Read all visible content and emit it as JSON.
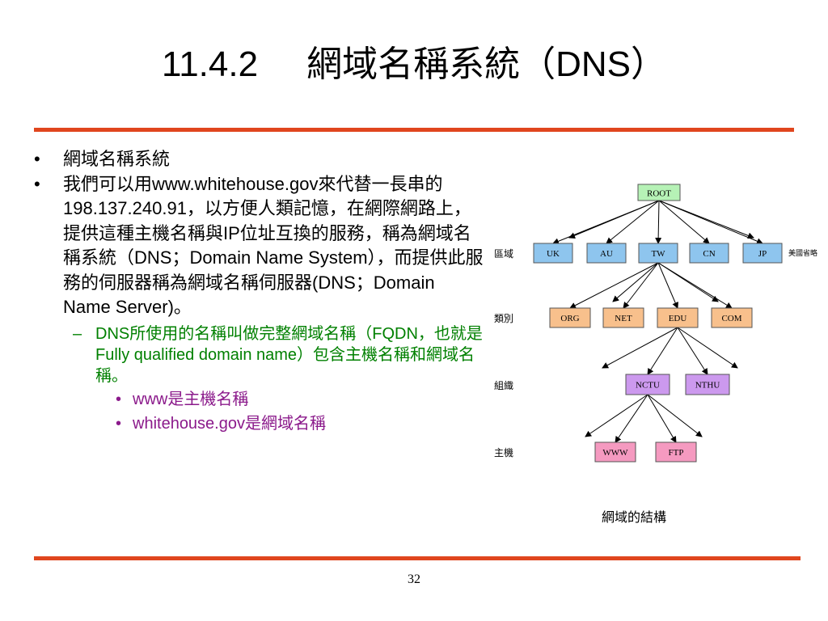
{
  "slide": {
    "title_number": "11.4.2",
    "title_text": "網域名稱系統（DNS）",
    "bullets": [
      "網域名稱系統",
      "我們可以用www.whitehouse.gov來代替一長串的198.137.240.91，以方便人類記憶，在網際網路上，提供這種主機名稱與IP位址互換的服務，稱為網域名稱系統（DNS；Domain Name System），而提供此服務的伺服器稱為網域名稱伺服器(DNS；Domain Name Server)。"
    ],
    "sub_bullet": "DNS所使用的名稱叫做完整網域名稱（FQDN，也就是Fully qualified domain name）包含主機名稱和網域名稱。",
    "sub_sub_bullets": [
      "www是主機名稱",
      "whitehouse.gov是網域名稱"
    ],
    "bullet_marks": {
      "l1": "•",
      "l2": "–",
      "l3": "•"
    },
    "page_number": "32"
  },
  "diagram": {
    "caption": "網域的結構",
    "level_labels": [
      "區域",
      "類別",
      "組織",
      "主機"
    ],
    "annotation": "美國省略",
    "nodes": {
      "root": "ROOT",
      "region": [
        "UK",
        "AU",
        "TW",
        "CN",
        "JP"
      ],
      "category": [
        "ORG",
        "NET",
        "EDU",
        "COM"
      ],
      "organization": [
        "NCTU",
        "NTHU"
      ],
      "host": [
        "WWW",
        "FTP"
      ]
    },
    "colors": {
      "root_fill": "#b6f2b6",
      "region_fill": "#8ec5ee",
      "category_fill": "#f8c08c",
      "organization_fill": "#cc99ee",
      "host_fill": "#f59ac0",
      "rule": "#e0461e",
      "sub_bullet_text": "#008000",
      "sub_sub_bullet_text": "#8b1a8b"
    }
  }
}
